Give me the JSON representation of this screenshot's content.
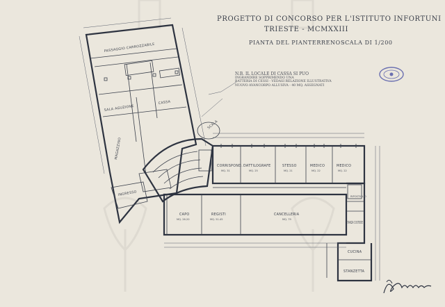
{
  "header": {
    "line1": "PROGETTO DI CONCORSO PER L'ISTITUTO INFORTUNI",
    "line2": "TRIESTE - MCMXXIII",
    "line3": "PIANTA DEL PIANTERRENO -",
    "scale": "SCALA DI 1/200"
  },
  "note": {
    "main": "N.B. IL LOCALE DI CASSA SI PUO",
    "lines": [
      "INGRANDIRE SOPPRIMENDO UNA",
      "BATTERIA DI CESSI - VEDASI RELAZIONE ILLUSTRATIVA",
      "NUOVO AVANCORPO ALLUSIVA - 40 MQ. ASSEGNATI"
    ]
  },
  "rooms": {
    "passaggio": "PASSAGGIO CARROZZABILE",
    "cassa": "CASSA",
    "aguzione": "SALA AGUZIONE",
    "magazzino": "MAGAZZINO",
    "corrispond": "CORRISPOND.",
    "corrispond_area": "MQ. 31",
    "dattilografe": "DATTILOGRAFE",
    "dattilografe_area": "MQ. 25",
    "stesso1": "STESSO",
    "stesso1_area": "MQ. 21",
    "medico": "MEDICO",
    "medico_area": "MQ. 22",
    "medico2": "MEDICO",
    "medico2_area": "MQ. 22",
    "capo": "CAPO",
    "capo_area": "MQ. 26.20",
    "registi": "REGISTI",
    "registi_area": "MQ. 51.45",
    "cancelleria": "CANCELLERIA",
    "cancelleria_area": "MQ. 79",
    "stanza_custode": "STANZA CUSTODE",
    "cucina": "CUCINA",
    "ripostiglio": "RIPOSTIGLIO",
    "stanzetta": "STANZETTA",
    "ingresso": "INGRESSO",
    "scala": "SCALA"
  },
  "stamp_label": "stamp",
  "signature": "signature"
}
